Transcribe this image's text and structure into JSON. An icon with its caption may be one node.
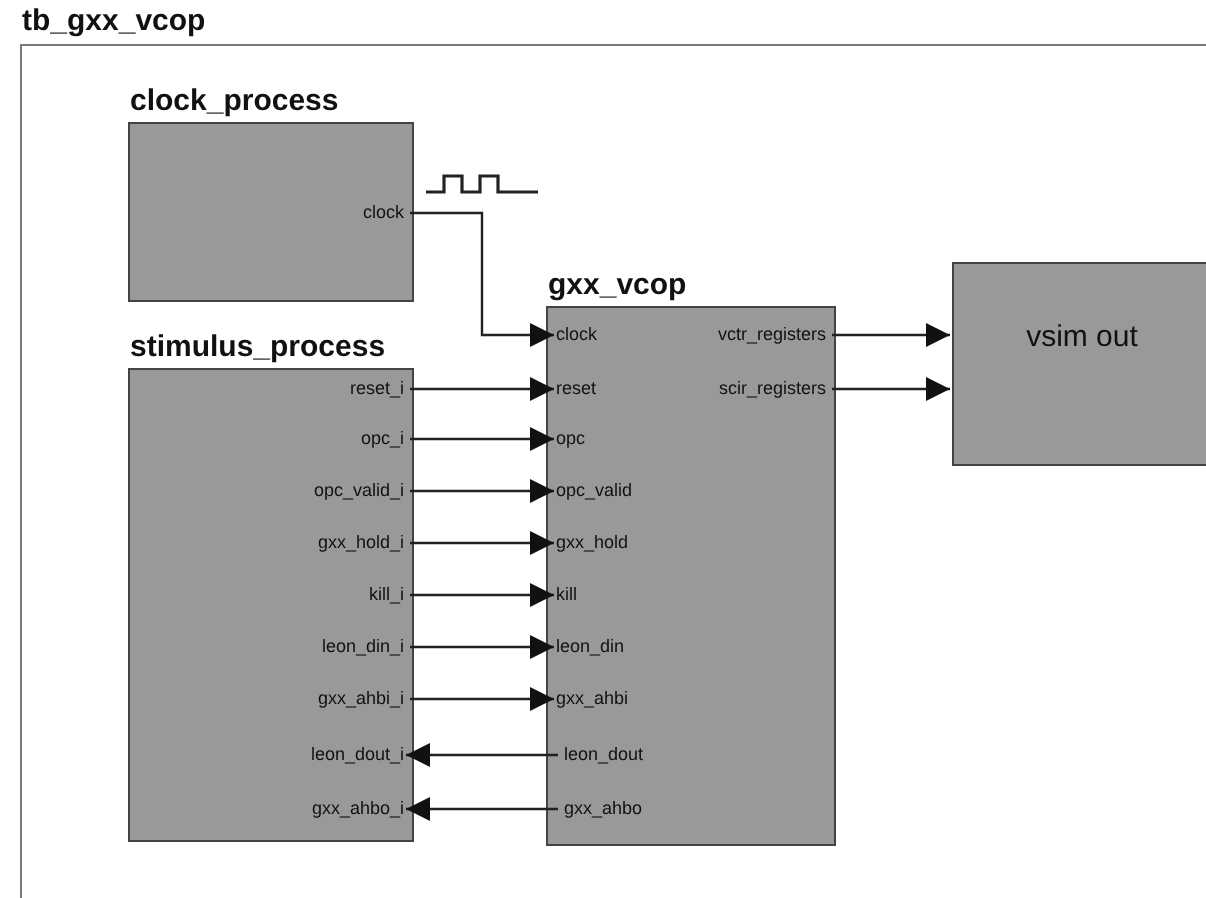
{
  "diagram": {
    "nodes": [
      {
        "text": [
          "tb_gxx_vcop"
        ]
      },
      {
        "text": [
          "clock_process"
        ],
        "in": 0
      },
      {
        "text": [
          "clock"
        ],
        "in": 1
      },
      {
        "text": [
          "stimulus_process"
        ],
        "in": 0
      },
      {
        "text": [
          "reset_i"
        ],
        "in": 3
      },
      {
        "text": [
          "opc_i"
        ],
        "in": 3
      },
      {
        "text": [
          "opc_valid_i"
        ],
        "in": 3
      },
      {
        "text": [
          "gxx_hold_i"
        ],
        "in": 3
      },
      {
        "text": [
          "kill_i"
        ],
        "in": 3
      },
      {
        "text": [
          "leon_din_i"
        ],
        "in": 3
      },
      {
        "text": [
          "gxx_ahbi_i"
        ],
        "in": 3
      },
      {
        "text": [
          "leon_dout_i"
        ],
        "in": 3
      },
      {
        "text": [
          "gxx_ahbo_i"
        ],
        "in": 3
      },
      {
        "text": [
          "gxx_vcop"
        ],
        "in": 0
      },
      {
        "text": [
          "clock"
        ],
        "in": 13
      },
      {
        "text": [
          "reset"
        ],
        "in": 13
      },
      {
        "text": [
          "opc"
        ],
        "in": 13
      },
      {
        "text": [
          "opc_valid"
        ],
        "in": 13
      },
      {
        "text": [
          "gxx_hold"
        ],
        "in": 13
      },
      {
        "text": [
          "kill"
        ],
        "in": 13
      },
      {
        "text": [
          "leon_din"
        ],
        "in": 13
      },
      {
        "text": [
          "gxx_ahbi"
        ],
        "in": 13
      },
      {
        "text": [
          "leon_dout"
        ],
        "in": 13
      },
      {
        "text": [
          "gxx_ahbo"
        ],
        "in": 13
      },
      {
        "text": [
          "vctr_registers"
        ],
        "in": 13
      },
      {
        "text": [
          "scir_registers"
        ],
        "in": 13
      },
      {
        "text": [
          "vsim out"
        ],
        "in": 0
      }
    ],
    "edges": [
      {
        "from": 2,
        "to": 14,
        "arrow": "to"
      },
      {
        "from": 4,
        "to": 15,
        "arrow": "to"
      },
      {
        "from": 5,
        "to": 16,
        "arrow": "to"
      },
      {
        "from": 6,
        "to": 17,
        "arrow": "to"
      },
      {
        "from": 7,
        "to": 18,
        "arrow": "to"
      },
      {
        "from": 8,
        "to": 19,
        "arrow": "to"
      },
      {
        "from": 9,
        "to": 20,
        "arrow": "to"
      },
      {
        "from": 10,
        "to": 21,
        "arrow": "to"
      },
      {
        "from": 22,
        "to": 11,
        "arrow": "to"
      },
      {
        "from": 23,
        "to": 12,
        "arrow": "to"
      },
      {
        "from": 24,
        "to": 26,
        "arrow": "to"
      },
      {
        "from": 25,
        "to": 26,
        "arrow": "to"
      }
    ]
  }
}
